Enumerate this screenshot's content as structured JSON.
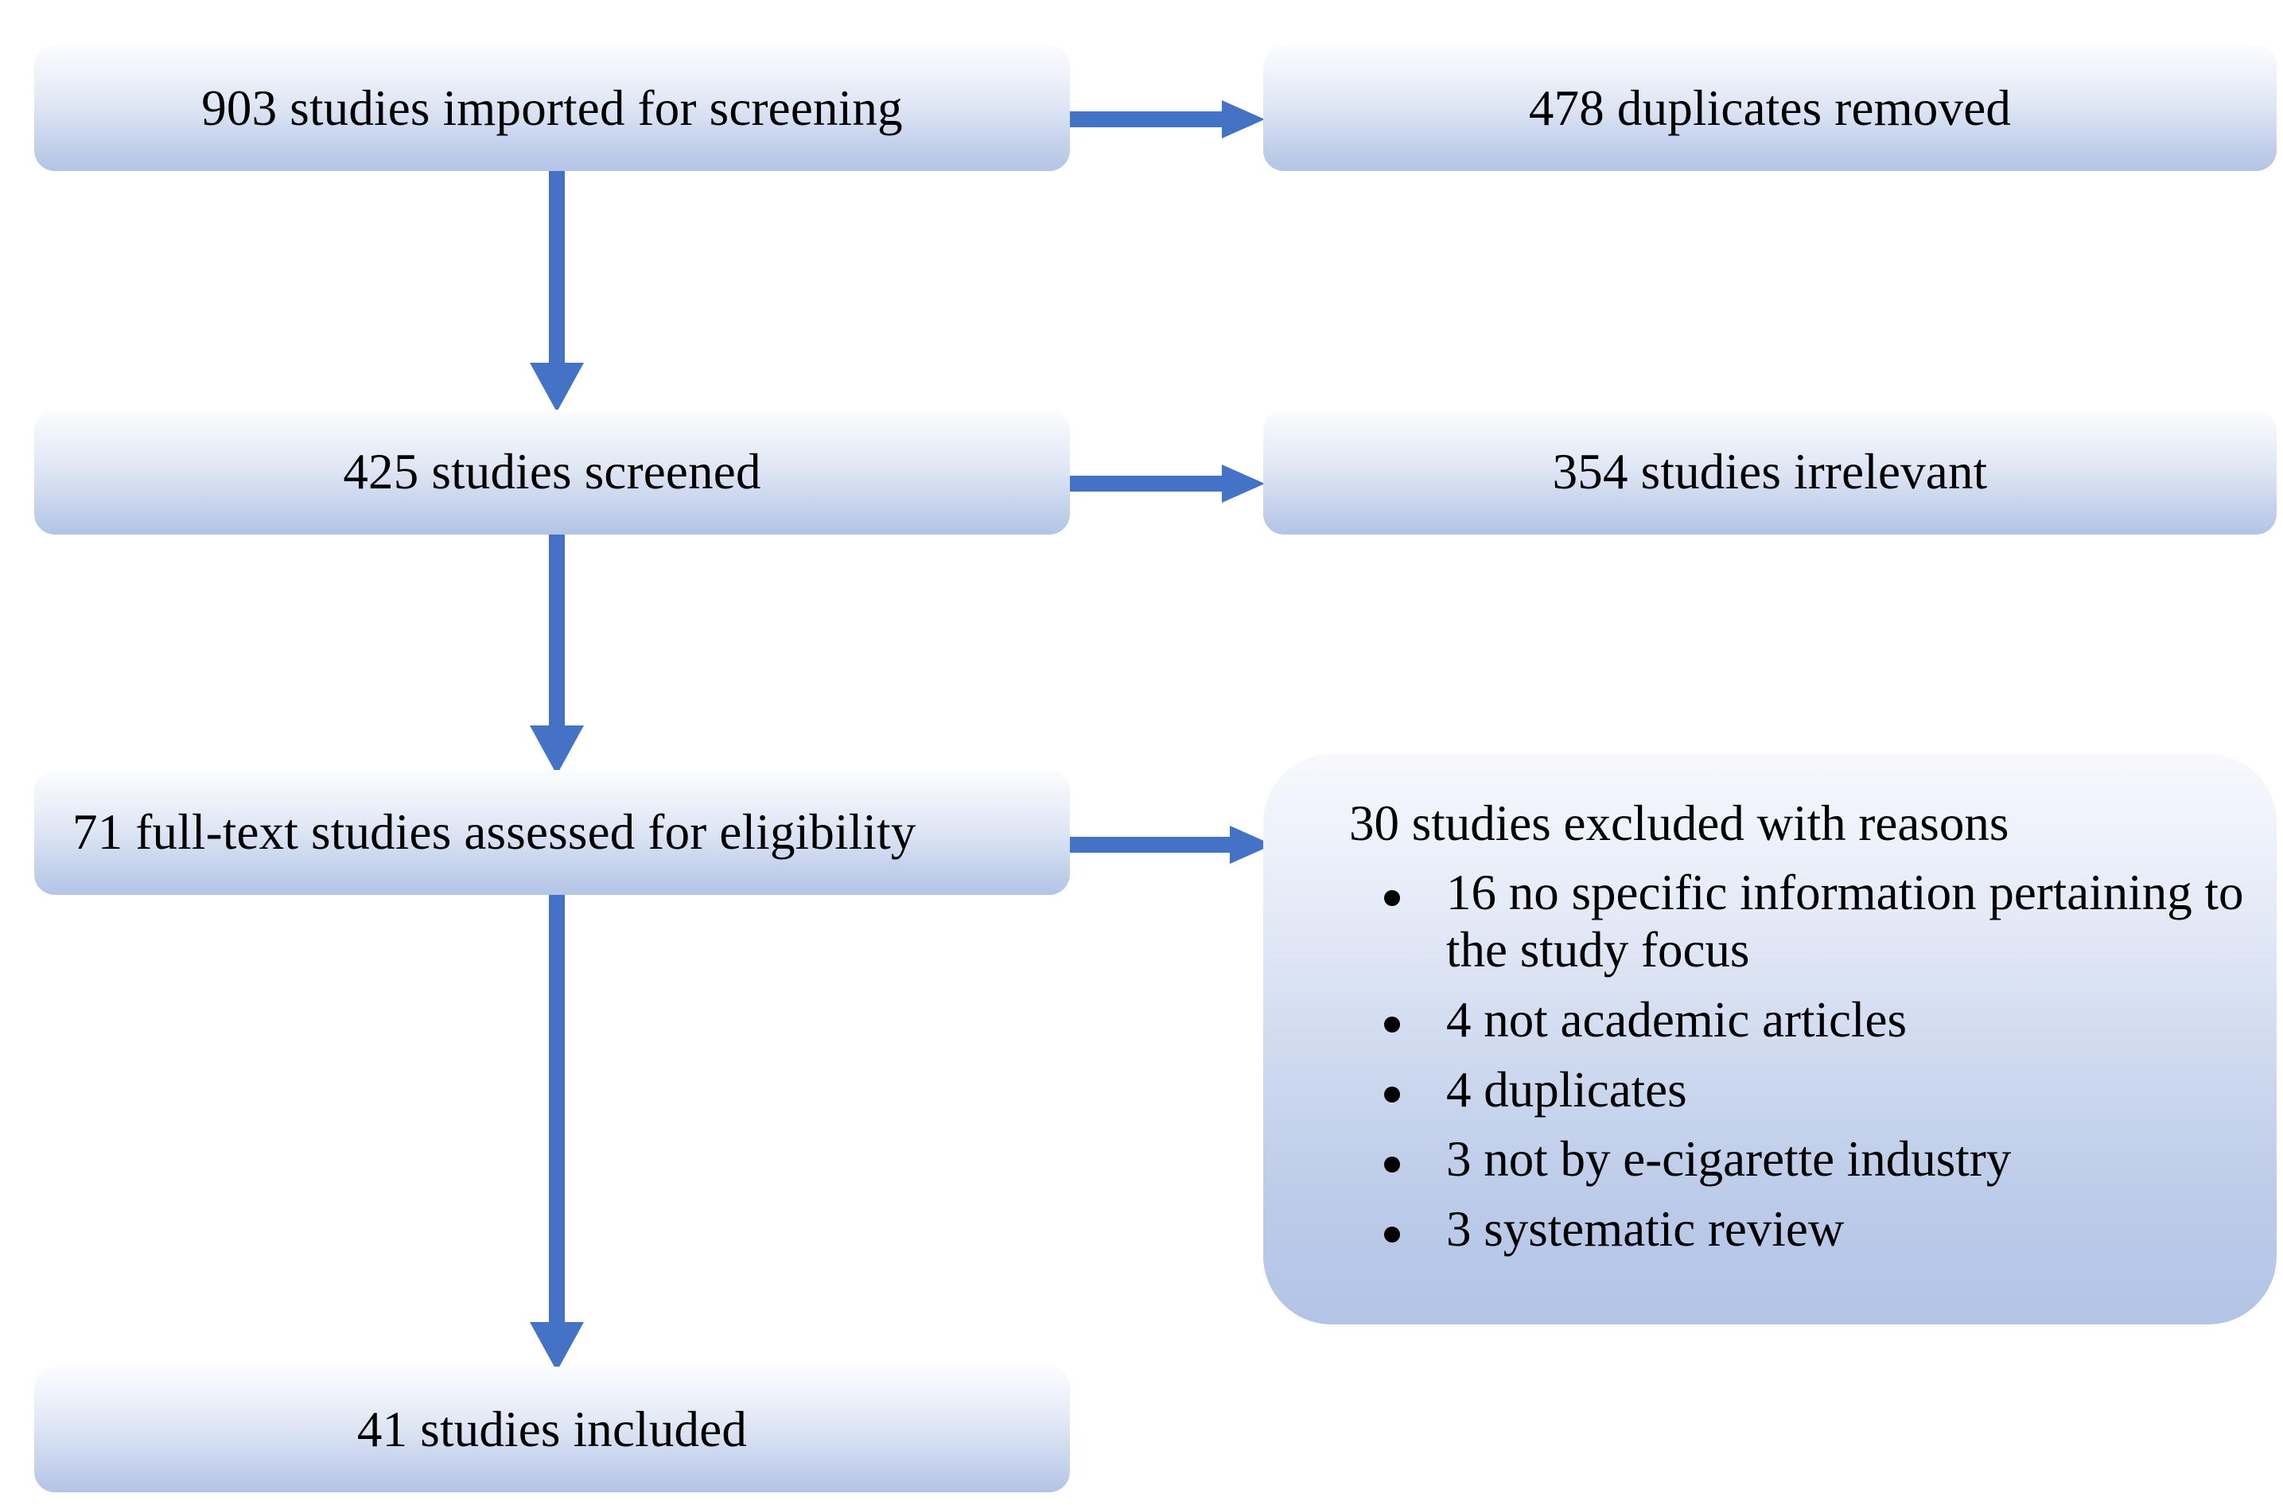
{
  "diagram": {
    "type": "prisma-flow-diagram",
    "accent_color": "#4472C4",
    "box_fill_top": "#fbfcfe",
    "box_fill_bottom": "#b3c4e6",
    "text_color": "#000000",
    "background": "#ffffff"
  },
  "nodes": {
    "identification": {
      "label": "903 studies imported for screening"
    },
    "duplicates": {
      "label": "478 duplicates removed"
    },
    "screened": {
      "label": "425 studies screened"
    },
    "irrelevant": {
      "label": "354 studies irrelevant"
    },
    "eligibility": {
      "label": "71 full-text studies assessed for eligibility"
    },
    "excluded": {
      "title": "30 studies excluded with reasons",
      "reasons": [
        "16 no specific information pertaining to the study focus",
        "4 not academic articles",
        "4 duplicates",
        "3 not by e-cigarette industry",
        "3 systematic review"
      ]
    },
    "included": {
      "label": "41 studies included"
    }
  },
  "chart_data": {
    "type": "diagram",
    "title": "PRISMA study selection flow",
    "stages": [
      {
        "id": "identification",
        "label": "903 studies imported for screening",
        "count": 903
      },
      {
        "id": "duplicates",
        "label": "478 duplicates removed",
        "count": 478
      },
      {
        "id": "screened",
        "label": "425 studies screened",
        "count": 425
      },
      {
        "id": "irrelevant",
        "label": "354 studies irrelevant",
        "count": 354
      },
      {
        "id": "eligibility",
        "label": "71 full-text studies assessed for eligibility",
        "count": 71
      },
      {
        "id": "excluded",
        "label": "30 studies excluded with reasons",
        "count": 30
      },
      {
        "id": "included",
        "label": "41 studies included",
        "count": 41
      }
    ],
    "exclusion_breakdown": [
      {
        "reason": "no specific information pertaining to the study focus",
        "count": 16
      },
      {
        "reason": "not academic articles",
        "count": 4
      },
      {
        "reason": "duplicates",
        "count": 4
      },
      {
        "reason": "not by e-cigarette industry",
        "count": 3
      },
      {
        "reason": "systematic review",
        "count": 3
      }
    ],
    "edges": [
      {
        "from": "identification",
        "to": "duplicates",
        "direction": "right"
      },
      {
        "from": "identification",
        "to": "screened",
        "direction": "down"
      },
      {
        "from": "screened",
        "to": "irrelevant",
        "direction": "right"
      },
      {
        "from": "screened",
        "to": "eligibility",
        "direction": "down"
      },
      {
        "from": "eligibility",
        "to": "excluded",
        "direction": "right"
      },
      {
        "from": "eligibility",
        "to": "included",
        "direction": "down"
      }
    ]
  }
}
